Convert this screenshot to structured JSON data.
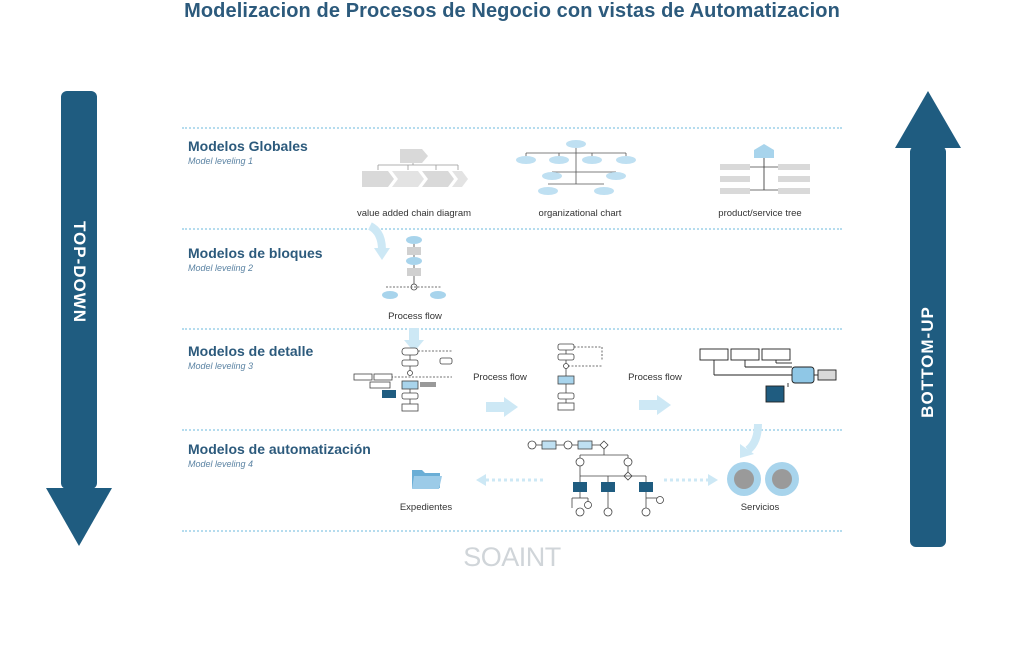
{
  "title": "Modelizacion de Procesos de Negocio con vistas de Automatizacion",
  "arrows": {
    "left_label": "TOP-DOWN",
    "right_label": "BOTTOM-UP"
  },
  "levels": [
    {
      "title": "Modelos Globales",
      "subtitle": "Model leveling 1"
    },
    {
      "title": "Modelos de bloques",
      "subtitle": "Model leveling 2"
    },
    {
      "title": "Modelos de detalle",
      "subtitle": "Model leveling 3"
    },
    {
      "title": "Modelos de automatización",
      "subtitle": "Model leveling 4"
    }
  ],
  "captions": {
    "value_chain": "value added chain diagram",
    "org_chart": "organizational chart",
    "product_tree": "product/service tree",
    "process_flow_block": "Process flow",
    "process_flow_1": "Process flow",
    "process_flow_2": "Process flow",
    "expedientes": "Expedientes",
    "servicios": "Servicios"
  },
  "brand": "SOAINT",
  "colors": {
    "arrow": "#1f5c80",
    "title": "#2c5a7c",
    "separator": "#b5dcee",
    "light_blue": "#bfe0f2",
    "dark_blue": "#1f5c80",
    "grey": "#d9d9d9"
  }
}
